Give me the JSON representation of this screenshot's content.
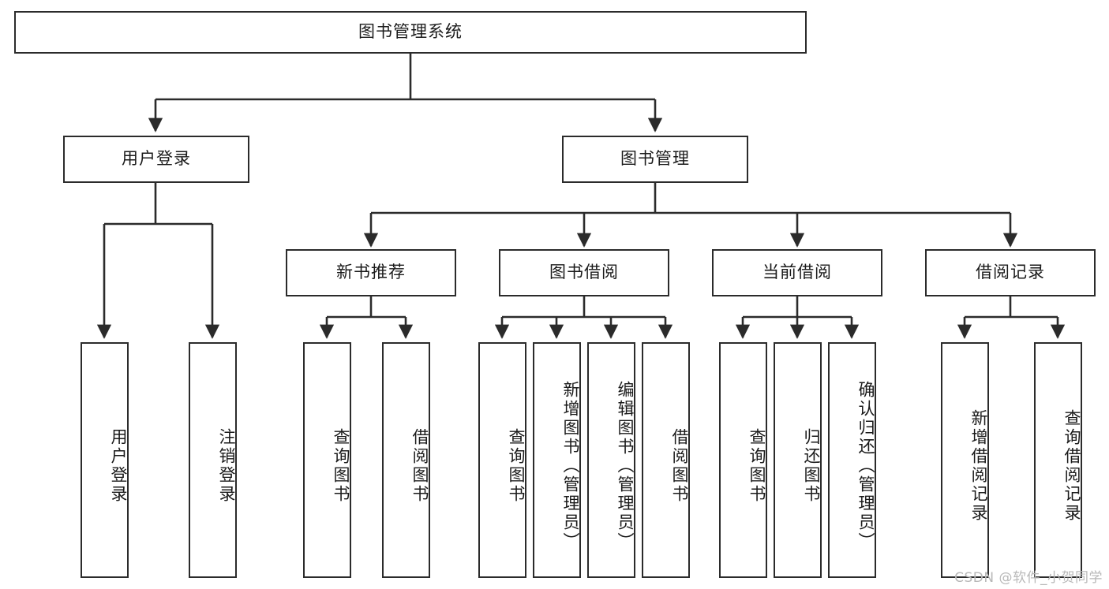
{
  "diagram": {
    "title": "图书管理系统",
    "type": "tree",
    "watermark": "CSDN @软件_小贺同学",
    "colors": {
      "stroke": "#2b2b2b",
      "fill": "#ffffff",
      "text": "#1a1a1a",
      "watermark": "#b8b8b8"
    },
    "root": {
      "label": "图书管理系统"
    },
    "level2": [
      {
        "label": "用户登录"
      },
      {
        "label": "图书管理"
      }
    ],
    "level3": [
      {
        "label": "新书推荐"
      },
      {
        "label": "图书借阅"
      },
      {
        "label": "当前借阅"
      },
      {
        "label": "借阅记录"
      }
    ],
    "leaves": {
      "user_login": [
        {
          "label": "用户登录"
        },
        {
          "label": "注销登录"
        }
      ],
      "new_book_recommend": [
        {
          "label": "查询图书"
        },
        {
          "label": "借阅图书"
        }
      ],
      "book_borrow": [
        {
          "label": "查询图书"
        },
        {
          "label": "新增图书（管理员）"
        },
        {
          "label": "编辑图书（管理员）"
        },
        {
          "label": "借阅图书"
        }
      ],
      "current_borrow": [
        {
          "label": "查询图书"
        },
        {
          "label": "归还图书"
        },
        {
          "label": "确认归还（管理员）"
        }
      ],
      "borrow_record": [
        {
          "label": "新增借阅记录"
        },
        {
          "label": "查询借阅记录"
        }
      ]
    }
  }
}
